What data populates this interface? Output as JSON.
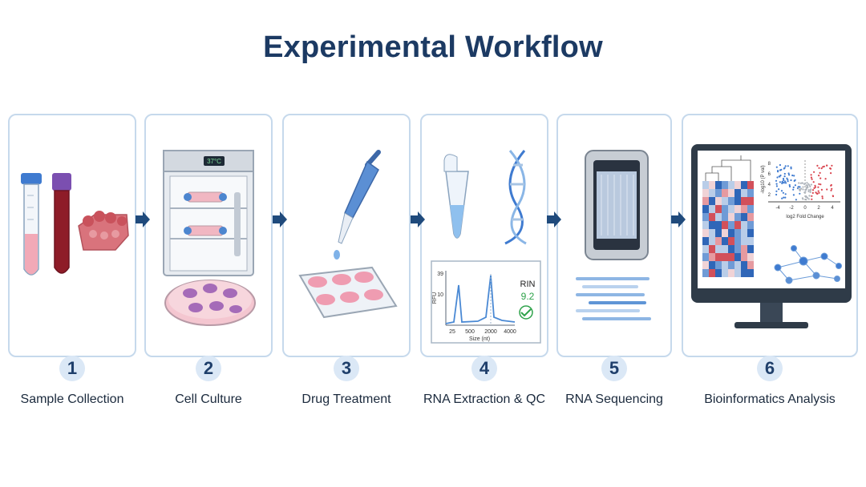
{
  "title": "Experimental Workflow",
  "steps": [
    {
      "number": "1",
      "label": "Sample Collection"
    },
    {
      "number": "2",
      "label": "Cell Culture"
    },
    {
      "number": "3",
      "label": "Drug Treatment"
    },
    {
      "number": "4",
      "label": "RNA Extraction & QC"
    },
    {
      "number": "5",
      "label": "RNA Sequencing"
    },
    {
      "number": "6",
      "label": "Bioinformatics Analysis"
    }
  ],
  "incubator_display": "37°C",
  "qc": {
    "rin_label": "RIN",
    "rin_value": "9.2",
    "y_axis_label": "RFU",
    "y_ticks": [
      "39",
      "10"
    ],
    "x_ticks": [
      "25",
      "500",
      "2000",
      "4000"
    ],
    "x_axis_label": "Size (nt)"
  },
  "volcano": {
    "y_axis_label": "-log10 (P val)",
    "x_axis_label": "log2 Fold Change",
    "x_ticks": [
      "-4",
      "-2",
      "0",
      "2",
      "4"
    ],
    "y_ticks": [
      "8",
      "6",
      "4",
      "2"
    ]
  },
  "colors": {
    "title": "#1c3a63",
    "panel_border": "#c6d9ec",
    "arrow": "#1f4a7c",
    "number_circle": "#dbe8f6",
    "accent_blue": "#4a89d4",
    "accent_red": "#d9434d"
  }
}
